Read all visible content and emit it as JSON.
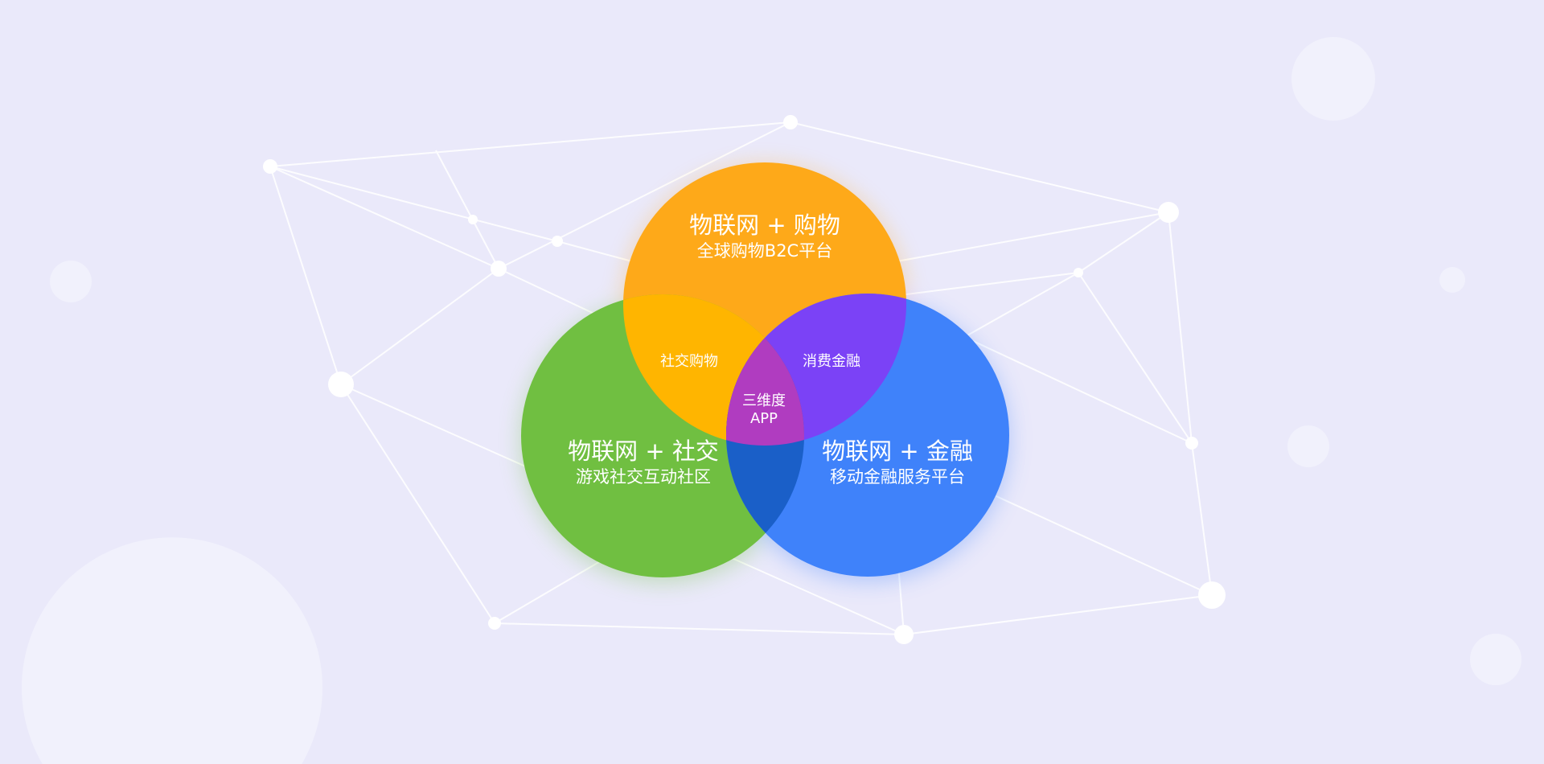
{
  "colors": {
    "background": "#EAE9FA",
    "shopping": "#FEA919",
    "social": "#70BF41",
    "finance": "#3F82FA",
    "social_shopping": "#FFB500",
    "consumer_finance": "#7B42F6",
    "social_finance": "#1A5FC8",
    "center": "#B03CC0"
  },
  "circles": {
    "shopping": {
      "title": "物联网 + 购物",
      "subtitle": "全球购物B2C平台"
    },
    "social": {
      "title": "物联网 + 社交",
      "subtitle": "游戏社交互动社区"
    },
    "finance": {
      "title": "物联网 + 金融",
      "subtitle": "移动金融服务平台"
    }
  },
  "overlaps": {
    "social_shopping": "社交购物",
    "consumer_finance": "消费金融",
    "center_line1": "三维度",
    "center_line2": "APP"
  }
}
